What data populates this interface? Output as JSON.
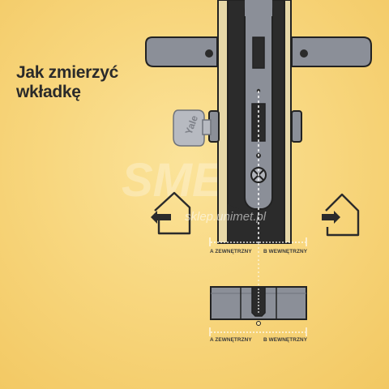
{
  "title": {
    "line1": "Jak zmierzyć",
    "line2": "wkładkę"
  },
  "key_brand": "Yale",
  "watermark": {
    "logo": "SMET",
    "site": "sklep.unimet.pl"
  },
  "door_dimensions": {
    "a_label": "A ZEWNĘTRZNY",
    "b_label": "B WEWNĘTRZNY"
  },
  "cylinder_dimensions": {
    "a_label": "A ZEWNĘTRZNY",
    "b_label": "B WEWNĘTRZNY"
  },
  "icons": {
    "left": "house-arrow-out-icon",
    "right": "house-arrow-in-icon"
  },
  "colors": {
    "background": "#f8d77f",
    "door": "#2b2b2b",
    "metal": "#8b8f98",
    "outline": "#222222",
    "text": "#2a2a2a"
  }
}
